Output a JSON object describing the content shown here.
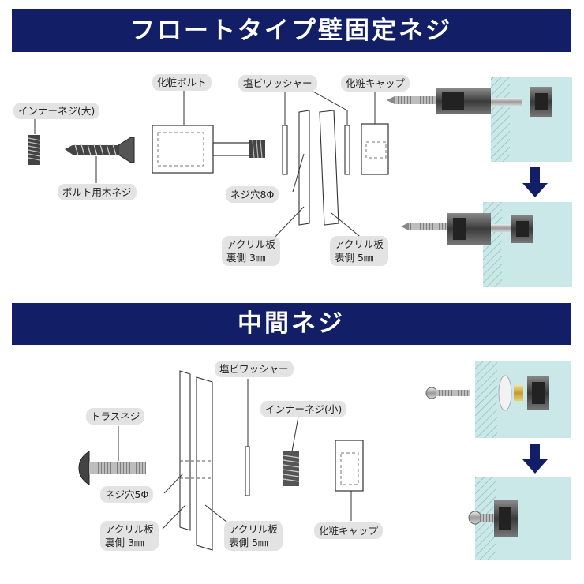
{
  "sections": {
    "float_title": "フロートタイプ壁固定ネジ",
    "middle_title": "中間ネジ"
  },
  "float": {
    "inner_screw_large": "インナーネジ(大)",
    "wood_screw": "ボルト用木ネジ",
    "decor_bolt": "化粧ボルト",
    "washer": "塩ビワッシャー",
    "decor_cap": "化粧キャップ",
    "screw_hole": "ネジ穴8Φ",
    "acrylic_back_line1": "アクリル板",
    "acrylic_back_line2": "裏側 3㎜",
    "acrylic_front_line1": "アクリル板",
    "acrylic_front_line2": "表側 5㎜"
  },
  "middle": {
    "truss_screw": "トラスネジ",
    "washer": "塩ビワッシャー",
    "inner_screw_small": "インナーネジ(小)",
    "screw_hole": "ネジ穴5Φ",
    "acrylic_back_line1": "アクリル板",
    "acrylic_back_line2": "裏側 3㎜",
    "acrylic_front_line1": "アクリル板",
    "acrylic_front_line2": "表側 5㎜",
    "decor_cap": "化粧キャップ"
  },
  "colors": {
    "banner": "#121e66",
    "label_bg": "#e3e3e3",
    "wall": "#cbe8e8",
    "arrow": "#121e66"
  },
  "icons": [
    "arrow-down-icon"
  ]
}
